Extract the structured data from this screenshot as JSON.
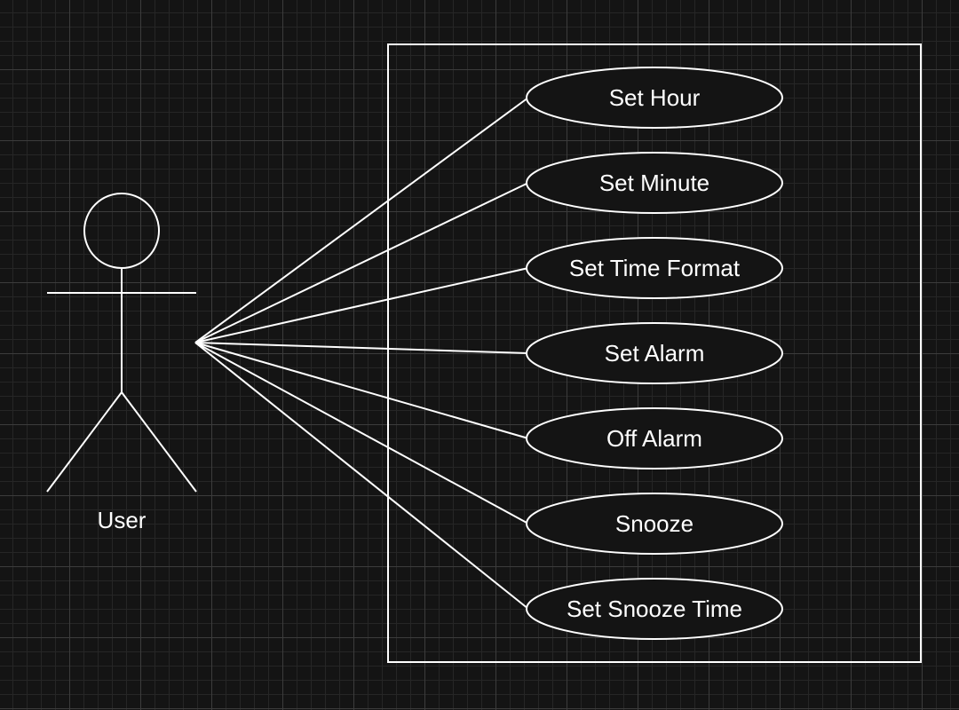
{
  "colors": {
    "background": "#141414",
    "grid_major": "#3c3c3c",
    "grid_minor": "#262626",
    "stroke": "#ffffff",
    "text": "#ffffff"
  },
  "actor": {
    "label": "User"
  },
  "use_cases": [
    {
      "label": "Set Hour"
    },
    {
      "label": "Set Minute"
    },
    {
      "label": "Set Time Format"
    },
    {
      "label": "Set Alarm"
    },
    {
      "label": "Off Alarm"
    },
    {
      "label": "Snooze"
    },
    {
      "label": "Set Snooze Time"
    }
  ]
}
